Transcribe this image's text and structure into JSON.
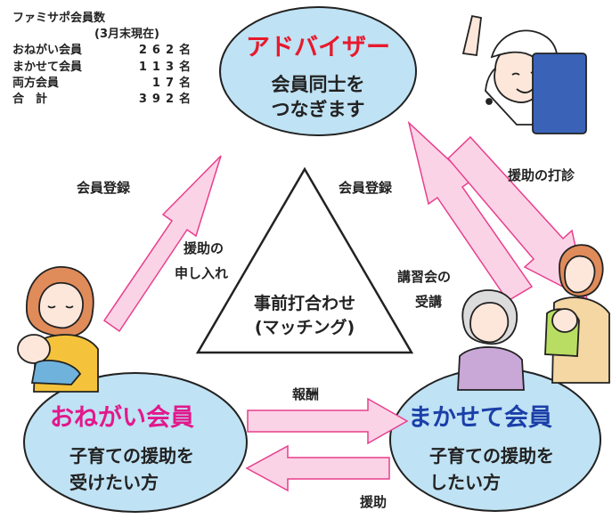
{
  "stats": {
    "title": "ファミサポ会員数",
    "subtitle": "(3月末現在)",
    "rows": [
      {
        "label": "おねがい会員",
        "value": "262名"
      },
      {
        "label": "まかせて会員",
        "value": "113名"
      },
      {
        "label": "両方会員",
        "value": "17名"
      },
      {
        "label": "合　計",
        "value": "392名"
      }
    ]
  },
  "advisor": {
    "title": "アドバイザー",
    "desc_line1": "会員同士を",
    "desc_line2": "つなぎます"
  },
  "onegai": {
    "title": "おねがい会員",
    "desc_line1": "子育ての援助を",
    "desc_line2": "受けたい方"
  },
  "makasete": {
    "title": "まかせて会員",
    "desc_line1": "子育ての援助を",
    "desc_line2": "したい方"
  },
  "center": {
    "line1": "事前打合わせ",
    "line2": "(マッチング)"
  },
  "labels": {
    "register_left": "会員登録",
    "apply_line1": "援助の",
    "apply_line2": "申し入れ",
    "register_right": "会員登録",
    "course_line1": "講習会の",
    "course_line2": "受講",
    "sounding": "援助の打診",
    "reward": "報酬",
    "assist": "援助"
  },
  "colors": {
    "ellipse_fill": "#bfe2f4",
    "arrow_fill": "#fbd3e7",
    "arrow_stroke": "#e83e8c",
    "advisor_title": "#e8192c",
    "onegai_title": "#e2188b",
    "makasete_title": "#1b3fa8"
  }
}
